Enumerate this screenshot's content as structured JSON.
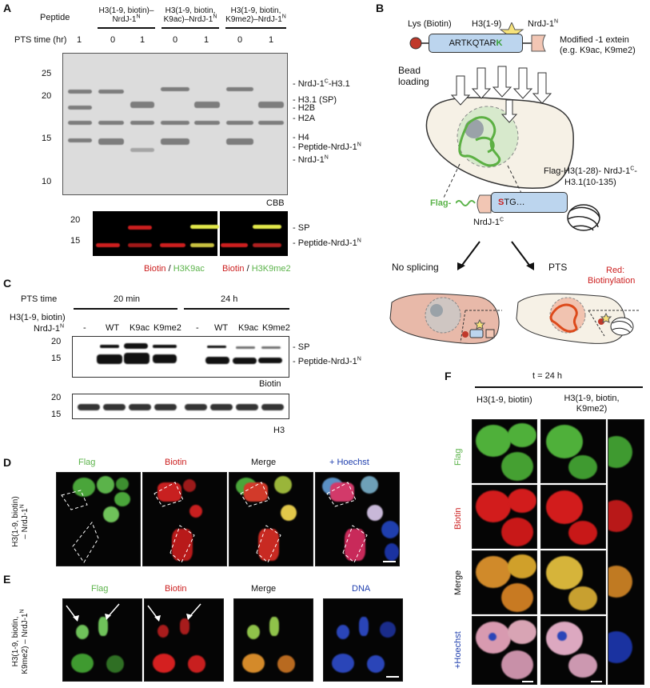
{
  "panel_letters": {
    "a": "A",
    "b": "B",
    "c": "C",
    "d": "D",
    "e": "E",
    "f": "F"
  },
  "panel_a": {
    "peptide_label": "Peptide",
    "pts_label": "PTS time (hr)",
    "groups": [
      {
        "line1": "H3(1-9, biotin)–",
        "line2": "NrdJ-1",
        "sup2": "N"
      },
      {
        "line1": "H3(1-9, biotin,",
        "line2": "K9ac)–NrdJ-1",
        "sup2": "N"
      },
      {
        "line1": "H3(1-9, biotin,",
        "line2": "K9me2)–NrdJ-1",
        "sup2": "N"
      }
    ],
    "times": [
      "1",
      "0",
      "1",
      "0",
      "1",
      "0",
      "1"
    ],
    "mw_markers": [
      "25",
      "20",
      "15",
      "10"
    ],
    "band_labels": [
      {
        "text": "NrdJ-1",
        "sup": "C",
        "tail": "-H3.1"
      },
      {
        "text": "H3.1 (SP)",
        "sup": "",
        "tail": ""
      },
      {
        "text": "H2B",
        "sup": "",
        "tail": ""
      },
      {
        "text": "H2A",
        "sup": "",
        "tail": ""
      },
      {
        "text": "H4",
        "sup": "",
        "tail": ""
      },
      {
        "text": "Peptide-NrdJ-1",
        "sup": "N",
        "tail": ""
      },
      {
        "text": "NrdJ-1",
        "sup": "N",
        "tail": ""
      }
    ],
    "stain": "CBB",
    "fluor_markers": [
      "20",
      "15"
    ],
    "fluor_labels": [
      {
        "text": "SP",
        "sup": ""
      },
      {
        "text": "Peptide-NrdJ-1",
        "sup": "N"
      }
    ],
    "legend1": {
      "red": "Biotin",
      "sep": " / ",
      "green": "H3K9ac"
    },
    "legend2": {
      "red": "Biotin",
      "sep": " / ",
      "green": "H3K9me2"
    },
    "colors": {
      "red": "#cc1f1f",
      "green": "#5bb34a",
      "yellow": "#e2e84a"
    }
  },
  "panel_b": {
    "lys_label": "Lys (Biotin)",
    "h3_label": "H3(1-9)",
    "nrdj_label": "NrdJ-1",
    "nrdj_sup": "N",
    "peptide_seq": "ARTKQTAR",
    "peptide_k": "K",
    "modified_line1": "Modified -1 extein",
    "modified_line2": "(e.g. K9ac, K9me2)",
    "bead_line1": "Bead",
    "bead_line2": "loading",
    "flag_construct_line1": "Flag-H3(1-28)- NrdJ-1",
    "flag_construct_sup": "C",
    "flag_construct_tail": "-",
    "flag_construct_line2": "H3.1(10-135)",
    "flag_text": "Flag-",
    "stg_s": "S",
    "stg_rest": "TG…",
    "nrdjc_label": "NrdJ-1",
    "nrdjc_sup": "C",
    "no_splicing": "No splicing",
    "pts": "PTS",
    "red_note_line1": "Red:",
    "red_note_line2": "Biotinylation"
  },
  "panel_c": {
    "pts_time": "PTS time",
    "t1": "20 min",
    "t2": "24 h",
    "row1_label": "H3(1-9, biotin)",
    "row2_label": "NrdJ-1",
    "row2_sup": "N",
    "lanes": [
      "-",
      "WT",
      "K9ac",
      "K9me2",
      "-",
      "WT",
      "K9ac",
      "K9me2"
    ],
    "mw_top": [
      "20",
      "15"
    ],
    "mw_bottom": [
      "20",
      "15"
    ],
    "band_labels": [
      {
        "text": "SP",
        "sup": ""
      },
      {
        "text": "Peptide-NrdJ-1",
        "sup": "N"
      }
    ],
    "blot1": "Biotin",
    "blot2": "H3"
  },
  "panel_d": {
    "side_line1": "H3(1-9, biotin)",
    "side_line2": "– NrdJ-1",
    "side_sup": "N",
    "channels": [
      "Flag",
      "Biotin",
      "Merge",
      "+ Hoechst"
    ]
  },
  "panel_e": {
    "side_line1": "H3(1-9, biotin,",
    "side_line2": "K9me2) – NrdJ-1",
    "side_sup": "N",
    "channels": [
      "Flag",
      "Biotin",
      "Merge",
      "DNA"
    ]
  },
  "panel_f": {
    "time": "t = 24 h",
    "col1": "H3(1-9, biotin)",
    "col2_line1": "H3(1-9, biotin,",
    "col2_line2": "K9me2)",
    "rows": [
      "Flag",
      "Biotin",
      "Merge",
      "+Hoechst"
    ]
  }
}
